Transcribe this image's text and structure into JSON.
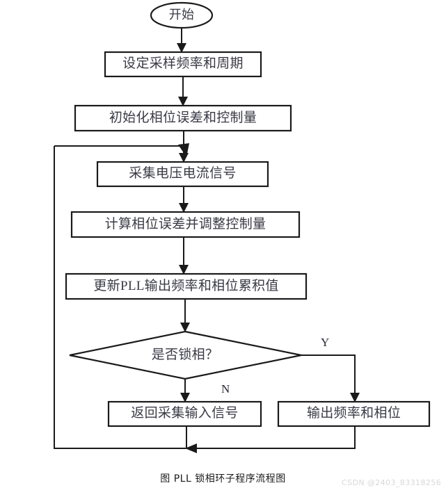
{
  "figure": {
    "caption": "图 PLL 锁相环子程序流程图",
    "watermark": "CSDN @2403_83318256",
    "stroke_color": "#1a1a1a",
    "text_color": "#3a3a46",
    "background": "#ffffff"
  },
  "nodes": {
    "start": {
      "label": "开始",
      "shape": "terminal-ellipse"
    },
    "set_sampling": {
      "label": "设定采样频率和周期",
      "shape": "process-box"
    },
    "init_phase": {
      "label": "初始化相位误差和控制量",
      "shape": "process-box"
    },
    "acquire_signal": {
      "label": "采集电压电流信号",
      "shape": "process-box"
    },
    "compute_error": {
      "label": "计算相位误差并调整控制量",
      "shape": "process-box"
    },
    "update_pll": {
      "label": "更新PLL输出频率和相位累积值",
      "shape": "process-box"
    },
    "decision_locked": {
      "label": "是否锁相？",
      "shape": "decision-diamond"
    },
    "return_acquire": {
      "label": "返回采集输入信号",
      "shape": "process-box"
    },
    "output_freq_phase": {
      "label": "输出频率和相位",
      "shape": "process-box"
    }
  },
  "branches": {
    "yes": "Y",
    "no": "N"
  }
}
